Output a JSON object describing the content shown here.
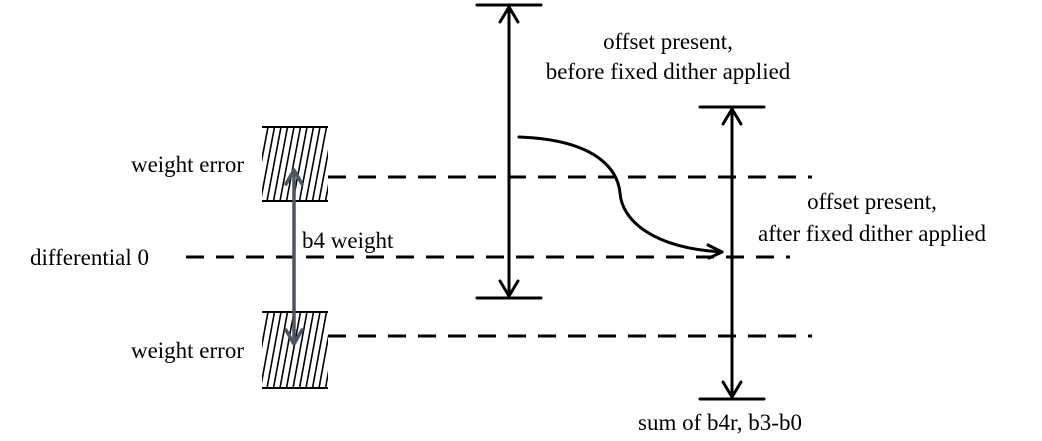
{
  "labels": {
    "weight_error_top": "weight error",
    "weight_error_bottom": "weight error",
    "differential_zero": "differential 0",
    "b4_weight": "b4 weight",
    "offset_before_line1": "offset present,",
    "offset_before_line2": "before fixed dither applied",
    "offset_after_line1": "offset present,",
    "offset_after_line2": "after fixed dither applied",
    "sum_label": "sum of b4r, b3-b0"
  },
  "colors": {
    "ink": "#000000",
    "b4_arrow": "#4a5566"
  }
}
